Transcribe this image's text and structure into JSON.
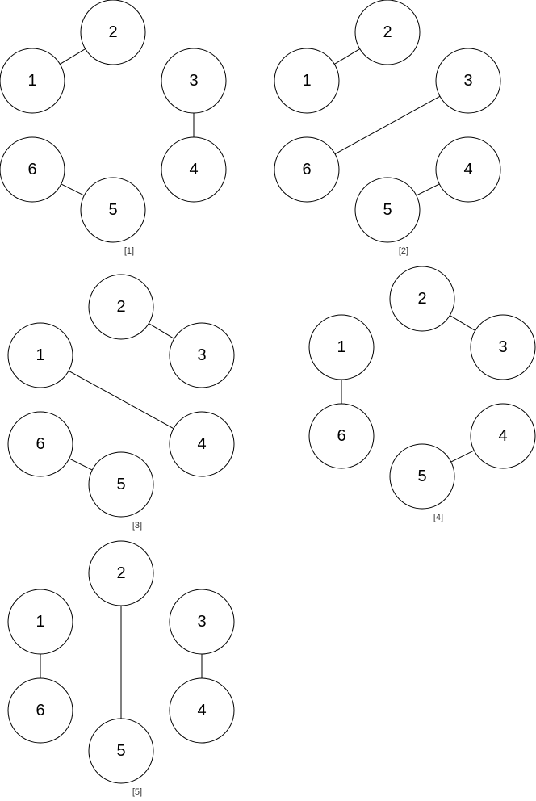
{
  "panels": [
    {
      "caption": "[1]",
      "nodes": [
        "1",
        "2",
        "3",
        "4",
        "5",
        "6"
      ],
      "edges": [
        [
          "1",
          "2"
        ],
        [
          "3",
          "4"
        ],
        [
          "6",
          "5"
        ]
      ]
    },
    {
      "caption": "[2]",
      "nodes": [
        "1",
        "2",
        "3",
        "4",
        "5",
        "6"
      ],
      "edges": [
        [
          "1",
          "2"
        ],
        [
          "3",
          "6"
        ],
        [
          "5",
          "4"
        ]
      ]
    },
    {
      "caption": "[3]",
      "nodes": [
        "1",
        "2",
        "3",
        "4",
        "5",
        "6"
      ],
      "edges": [
        [
          "2",
          "3"
        ],
        [
          "1",
          "4"
        ],
        [
          "6",
          "5"
        ]
      ]
    },
    {
      "caption": "[4]",
      "nodes": [
        "1",
        "2",
        "3",
        "4",
        "5",
        "6"
      ],
      "edges": [
        [
          "2",
          "3"
        ],
        [
          "1",
          "6"
        ],
        [
          "5",
          "4"
        ]
      ]
    },
    {
      "caption": "[5]",
      "nodes": [
        "1",
        "2",
        "3",
        "4",
        "5",
        "6"
      ],
      "edges": [
        [
          "1",
          "6"
        ],
        [
          "2",
          "5"
        ],
        [
          "3",
          "4"
        ]
      ]
    }
  ]
}
